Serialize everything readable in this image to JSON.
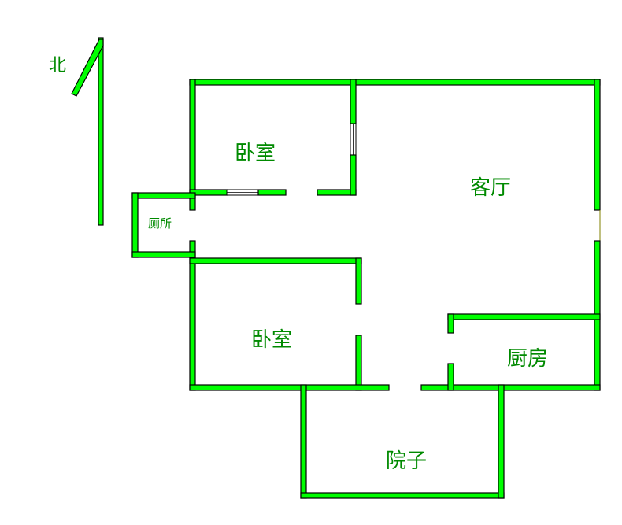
{
  "compass": {
    "label": "北"
  },
  "rooms": {
    "bedroom_north": "卧室",
    "living_room": "客厅",
    "toilet": "厕所",
    "bedroom_south": "卧室",
    "kitchen": "厨房",
    "yard": "院子"
  },
  "colors": {
    "wall": "#00ff00",
    "label": "#008a00"
  }
}
